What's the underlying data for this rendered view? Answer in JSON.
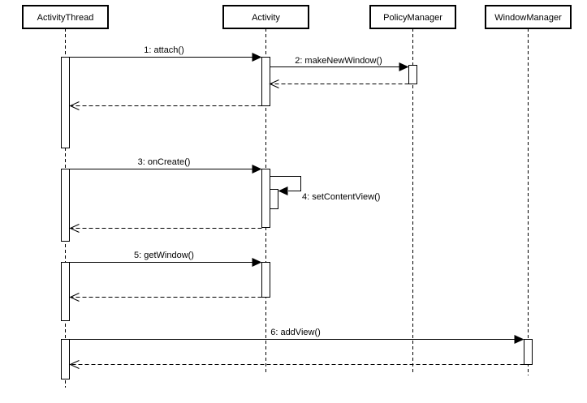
{
  "diagram": {
    "type": "uml-sequence-diagram",
    "background_color": "#ffffff",
    "line_color": "#000000",
    "shape_fill_color": "#ffffff",
    "actors": [
      {
        "name": "ActivityThread"
      },
      {
        "name": "Activity"
      },
      {
        "name": "PolicyManager"
      },
      {
        "name": "WindowManager"
      }
    ],
    "messages": [
      {
        "num": "1",
        "label": "1: attach()",
        "from": "ActivityThread",
        "to": "Activity",
        "kind": "call"
      },
      {
        "num": "2",
        "label": "2: makeNewWindow()",
        "from": "Activity",
        "to": "PolicyManager",
        "kind": "call"
      },
      {
        "num": "3",
        "label": "3: onCreate()",
        "from": "ActivityThread",
        "to": "Activity",
        "kind": "call"
      },
      {
        "num": "4",
        "label": "4: setContentView()",
        "from": "Activity",
        "to": "Activity",
        "kind": "self-call"
      },
      {
        "num": "5",
        "label": "5: getWindow()",
        "from": "ActivityThread",
        "to": "Activity",
        "kind": "call"
      },
      {
        "num": "6",
        "label": "6: addView()",
        "from": "ActivityThread",
        "to": "WindowManager",
        "kind": "call"
      }
    ],
    "returns": [
      {
        "from": "PolicyManager",
        "to": "Activity",
        "after": "2: makeNewWindow()"
      },
      {
        "from": "Activity",
        "to": "ActivityThread",
        "after": "1: attach()"
      },
      {
        "from": "Activity",
        "to": "ActivityThread",
        "after": "3: onCreate()"
      },
      {
        "from": "Activity",
        "to": "ActivityThread",
        "after": "5: getWindow()"
      },
      {
        "from": "WindowManager",
        "to": "ActivityThread",
        "after": "6: addView()"
      }
    ]
  }
}
